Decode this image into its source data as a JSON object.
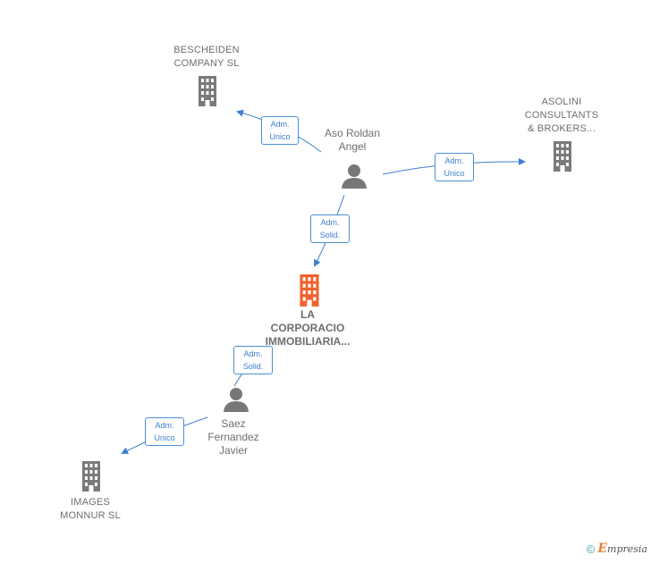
{
  "nodes": {
    "bescheiden": {
      "line1": "BESCHEIDEN",
      "line2": "COMPANY  SL"
    },
    "asolini": {
      "line1": "ASOLINI",
      "line2": "CONSULTANTS",
      "line3": "& BROKERS..."
    },
    "aso_roldan": {
      "line1": "Aso Roldan",
      "line2": "Angel"
    },
    "la_corporacio": {
      "line1": "LA",
      "line2": "CORPORACIO",
      "line3": "IMMOBILIARIA..."
    },
    "saez": {
      "line1": "Saez",
      "line2": "Fernandez",
      "line3": "Javier"
    },
    "images_monnur": {
      "line1": "IMAGES",
      "line2": "MONNUR  SL"
    }
  },
  "edges": {
    "aso_to_bescheiden": {
      "line1": "Adm.",
      "line2": "Unico"
    },
    "aso_to_asolini": {
      "line1": "Adm.",
      "line2": "Unico"
    },
    "aso_to_corporacio": {
      "line1": "Adm.",
      "line2": "Solid."
    },
    "saez_to_corporacio": {
      "line1": "Adm.",
      "line2": "Solid."
    },
    "saez_to_images": {
      "line1": "Adm.",
      "line2": "Unico"
    }
  },
  "footer": {
    "copyright": "©",
    "brand_initial": "E",
    "brand_rest": "mpresia"
  },
  "colors": {
    "edge": "#3d7fcf",
    "building": "#7a7a7a",
    "building_main": "#f0622d",
    "person": "#777777"
  }
}
